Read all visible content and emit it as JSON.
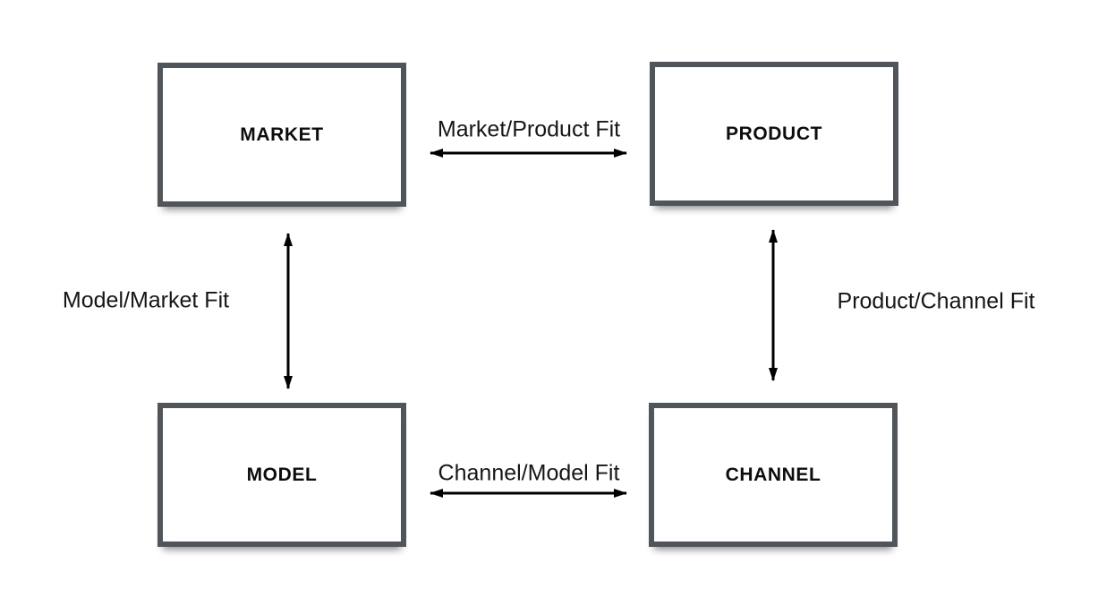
{
  "diagram": {
    "nodes": [
      {
        "id": "market",
        "label": "MARKET"
      },
      {
        "id": "product",
        "label": "PRODUCT"
      },
      {
        "id": "model",
        "label": "MODEL"
      },
      {
        "id": "channel",
        "label": "CHANNEL"
      }
    ],
    "edges": [
      {
        "id": "market-product",
        "label": "Market/Product Fit",
        "direction": "bidirectional"
      },
      {
        "id": "model-market",
        "label": "Model/Market Fit",
        "direction": "bidirectional"
      },
      {
        "id": "product-channel",
        "label": "Product/Channel Fit",
        "direction": "bidirectional"
      },
      {
        "id": "channel-model",
        "label": "Channel/Model Fit",
        "direction": "bidirectional"
      }
    ],
    "colors": {
      "box_border": "#50555b",
      "box_fill": "#ffffff",
      "text": "#0d0d0d",
      "arrow": "#000000",
      "background": "#ffffff"
    }
  }
}
